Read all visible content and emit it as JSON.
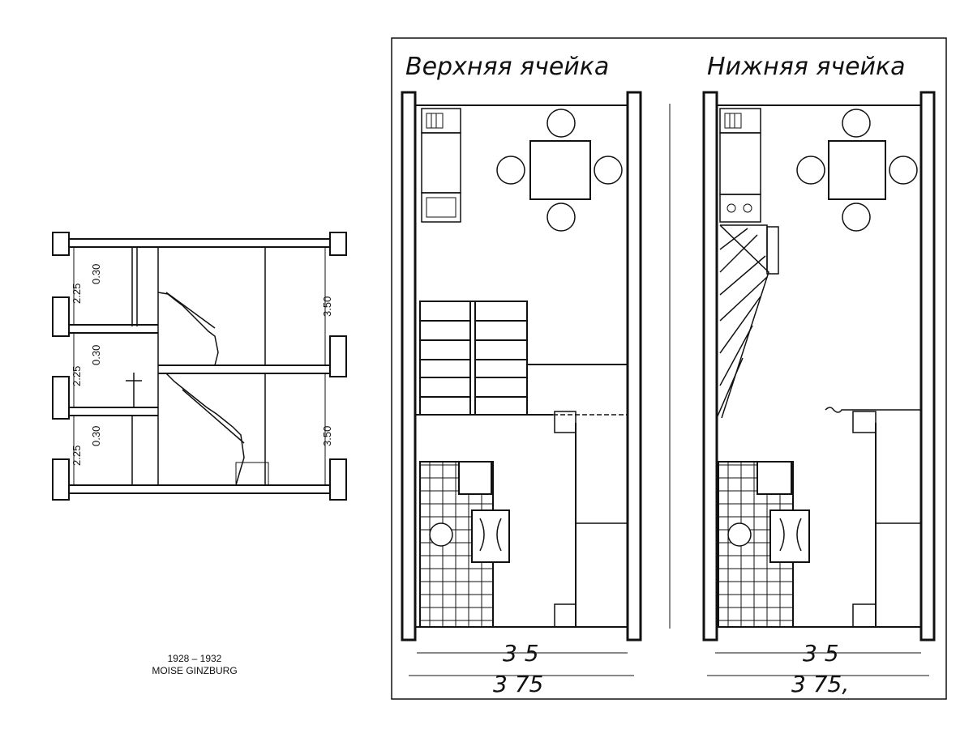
{
  "caption": {
    "years": "1928 – 1932",
    "architect": "MOISE  GINZBURG"
  },
  "section": {
    "dims_left": [
      {
        "a": "2.25",
        "b": "0.30"
      },
      {
        "a": "2.25",
        "b": "0.30"
      },
      {
        "a": "2.25",
        "b": "0.30"
      }
    ],
    "dims_right": [
      "3.50",
      "3.50"
    ]
  },
  "plans": {
    "upper": {
      "title": "Верхняя ячейка",
      "dim_inner": "3 5",
      "dim_outer": "3 75"
    },
    "lower": {
      "title": "Нижняя ячейка",
      "dim_inner": "3 5",
      "dim_outer": "3 75,"
    }
  }
}
